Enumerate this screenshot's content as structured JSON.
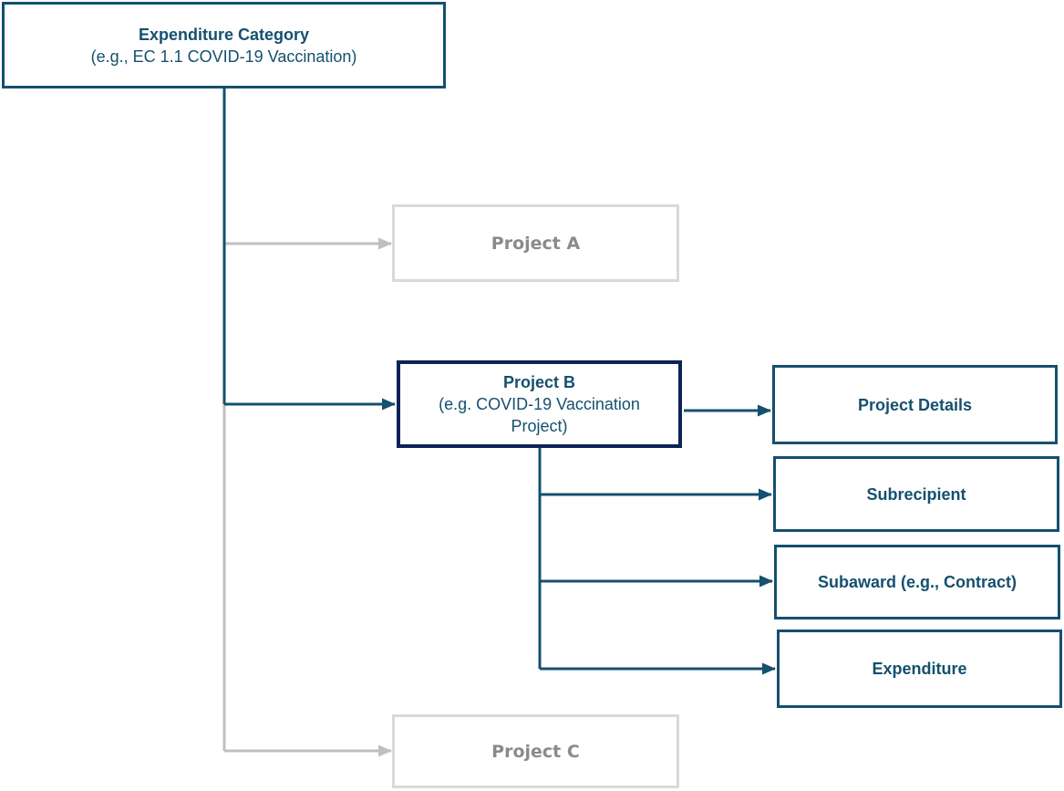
{
  "diagram": {
    "title": "Expenditure Category hierarchy flowchart",
    "colors": {
      "teal": "#14506F",
      "navy": "#0D2356",
      "grayBorder": "#D9D9D9",
      "grayLine": "#BFBFBF",
      "grayText": "#8A8A8A",
      "background": "#FFFFFF"
    },
    "nodes": {
      "expenditure_category": {
        "label": "Expenditure Category",
        "sublabel": "(e.g., EC 1.1 COVID-19 Vaccination)"
      },
      "project_a": {
        "label": "Project A"
      },
      "project_b": {
        "label": "Project B",
        "sublabel": "(e.g. COVID-19 Vaccination Project)"
      },
      "project_details": {
        "label": "Project Details"
      },
      "subrecipient": {
        "label": "Subrecipient"
      },
      "subaward": {
        "label": "Subaward (e.g., Contract)"
      },
      "expenditure": {
        "label": "Expenditure"
      },
      "project_c": {
        "label": "Project C"
      }
    },
    "edges": [
      {
        "from": "expenditure_category",
        "to": "project_a",
        "style": "gray"
      },
      {
        "from": "expenditure_category",
        "to": "project_b",
        "style": "teal"
      },
      {
        "from": "expenditure_category",
        "to": "project_c",
        "style": "gray"
      },
      {
        "from": "project_b",
        "to": "project_details",
        "style": "teal"
      },
      {
        "from": "project_b",
        "to": "subrecipient",
        "style": "teal"
      },
      {
        "from": "project_b",
        "to": "subaward",
        "style": "teal"
      },
      {
        "from": "project_b",
        "to": "expenditure",
        "style": "teal"
      }
    ]
  }
}
